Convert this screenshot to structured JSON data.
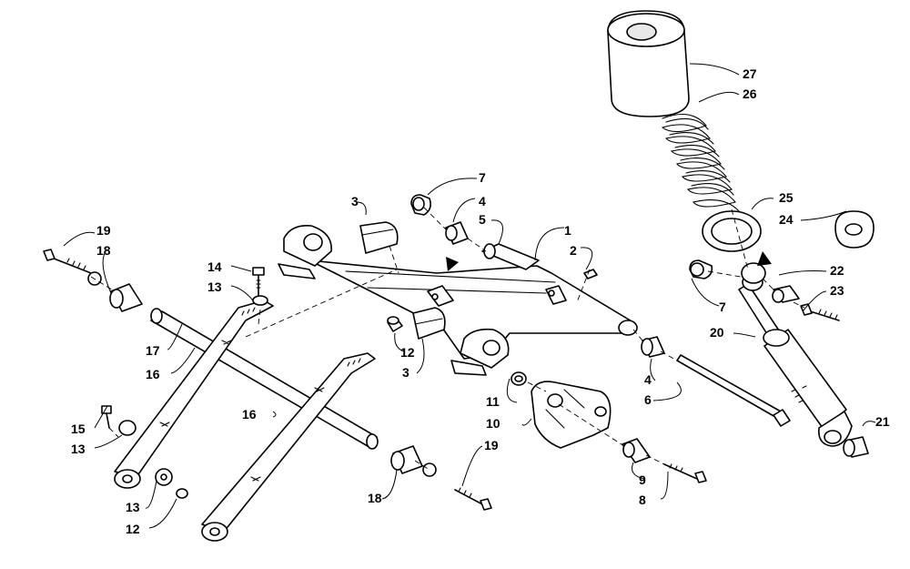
{
  "callouts": [
    {
      "label": "1"
    },
    {
      "label": "2"
    },
    {
      "label": "3"
    },
    {
      "label": "3"
    },
    {
      "label": "4"
    },
    {
      "label": "4"
    },
    {
      "label": "5"
    },
    {
      "label": "6"
    },
    {
      "label": "7"
    },
    {
      "label": "7"
    },
    {
      "label": "8"
    },
    {
      "label": "9"
    },
    {
      "label": "10"
    },
    {
      "label": "11"
    },
    {
      "label": "12"
    },
    {
      "label": "12"
    },
    {
      "label": "13"
    },
    {
      "label": "13"
    },
    {
      "label": "13"
    },
    {
      "label": "14"
    },
    {
      "label": "15"
    },
    {
      "label": "16"
    },
    {
      "label": "16"
    },
    {
      "label": "17"
    },
    {
      "label": "18"
    },
    {
      "label": "18"
    },
    {
      "label": "19"
    },
    {
      "label": "19"
    },
    {
      "label": "20"
    },
    {
      "label": "21"
    },
    {
      "label": "22"
    },
    {
      "label": "23"
    },
    {
      "label": "24"
    },
    {
      "label": "25"
    },
    {
      "label": "26"
    },
    {
      "label": "27"
    }
  ]
}
